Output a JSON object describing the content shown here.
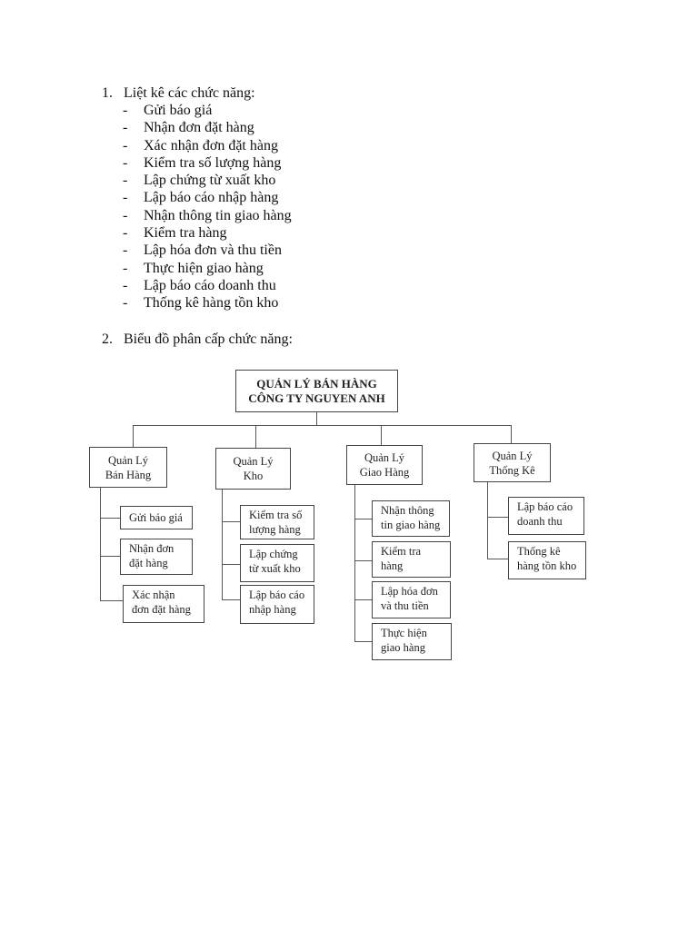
{
  "section1": {
    "number": "1.",
    "title": "Liệt kê các chức năng:",
    "items": [
      "Gửi báo giá",
      "Nhận đơn đặt hàng",
      "Xác nhận đơn đặt hàng",
      "Kiểm tra số lượng hàng",
      "Lập chứng từ xuất kho",
      "Lập báo cáo nhập hàng",
      "Nhận thông tin giao hàng",
      "Kiểm tra hàng",
      "Lập hóa đơn và thu tiền",
      "Thực hiện giao hàng",
      "Lập báo cáo doanh thu",
      "Thống kê hàng tồn kho"
    ]
  },
  "section2": {
    "number": "2.",
    "title": "Biểu đồ phân cấp chức năng:"
  },
  "diagram": {
    "root": [
      "QUẢN LÝ BÁN HÀNG",
      "CÔNG TY NGUYEN ANH"
    ],
    "groups": [
      {
        "title": [
          "Quản Lý",
          "Bán Hàng"
        ],
        "children": [
          [
            "Gửi báo giá"
          ],
          [
            "Nhận đơn",
            "đặt hàng"
          ],
          [
            "Xác nhận",
            "đơn đặt hàng"
          ]
        ]
      },
      {
        "title": [
          "Quản Lý",
          "Kho"
        ],
        "children": [
          [
            "Kiểm tra số",
            "lượng hàng"
          ],
          [
            "Lập chứng",
            "từ xuất kho"
          ],
          [
            "Lập báo cáo",
            "nhập hàng"
          ]
        ]
      },
      {
        "title": [
          "Quản Lý",
          "Giao Hàng"
        ],
        "children": [
          [
            "Nhận thông",
            "tin giao hàng"
          ],
          [
            "Kiểm tra",
            "hàng"
          ],
          [
            "Lập hóa đơn",
            "và thu tiền"
          ],
          [
            "Thực hiện",
            "giao hàng"
          ]
        ]
      },
      {
        "title": [
          "Quản Lý",
          "Thống Kê"
        ],
        "children": [
          [
            "Lập báo cáo",
            "doanh thu"
          ],
          [
            "Thống kê",
            "hàng tồn kho"
          ]
        ]
      }
    ]
  }
}
